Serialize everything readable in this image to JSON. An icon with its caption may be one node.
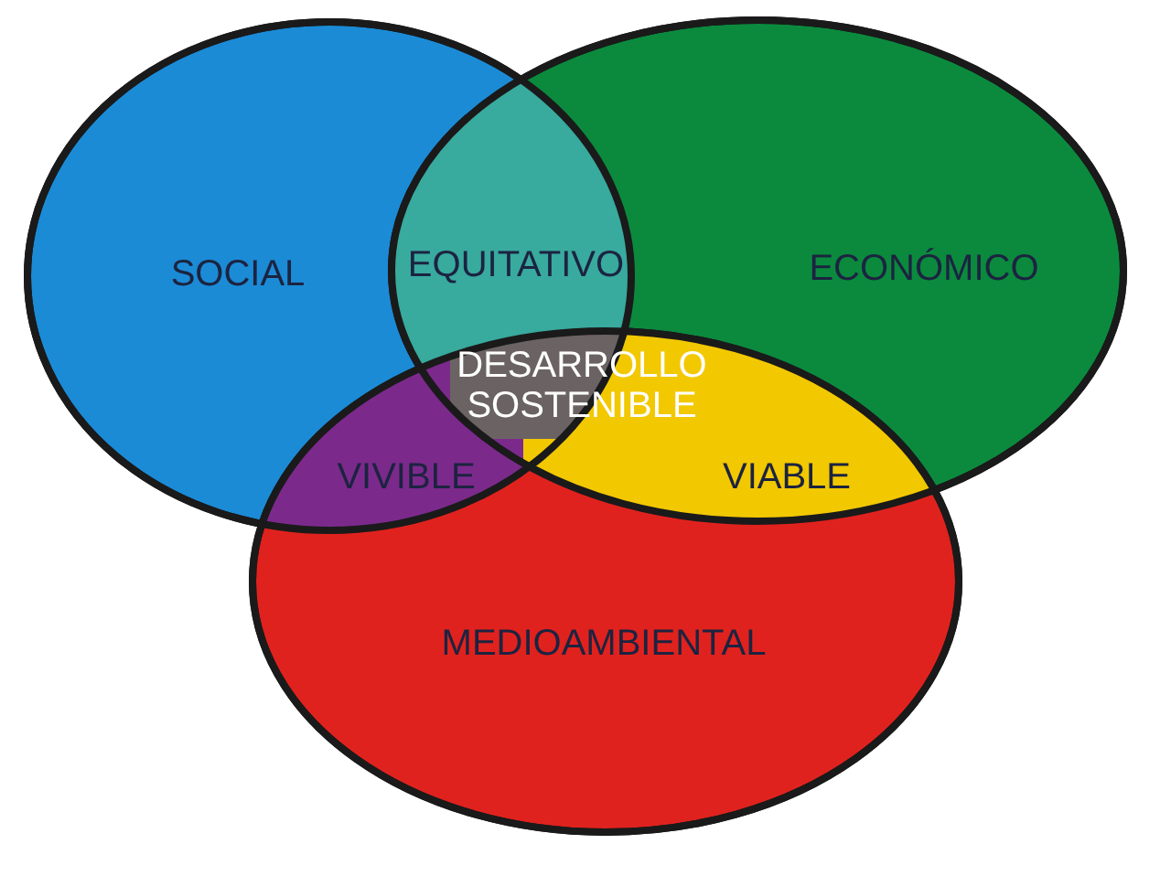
{
  "diagram": {
    "nodes": [
      {
        "text": [
          "SOCIAL"
        ]
      },
      {
        "text": [
          "ECONÓMICO"
        ]
      },
      {
        "text": [
          "MEDIOAMBIENTAL"
        ]
      },
      {
        "text": [
          "EQUITATIVO"
        ]
      },
      {
        "text": [
          "VIVIBLE"
        ]
      },
      {
        "text": [
          "VIABLE"
        ]
      },
      {
        "text": [
          "DESARROLLO SOSTENIBLE"
        ]
      }
    ]
  }
}
